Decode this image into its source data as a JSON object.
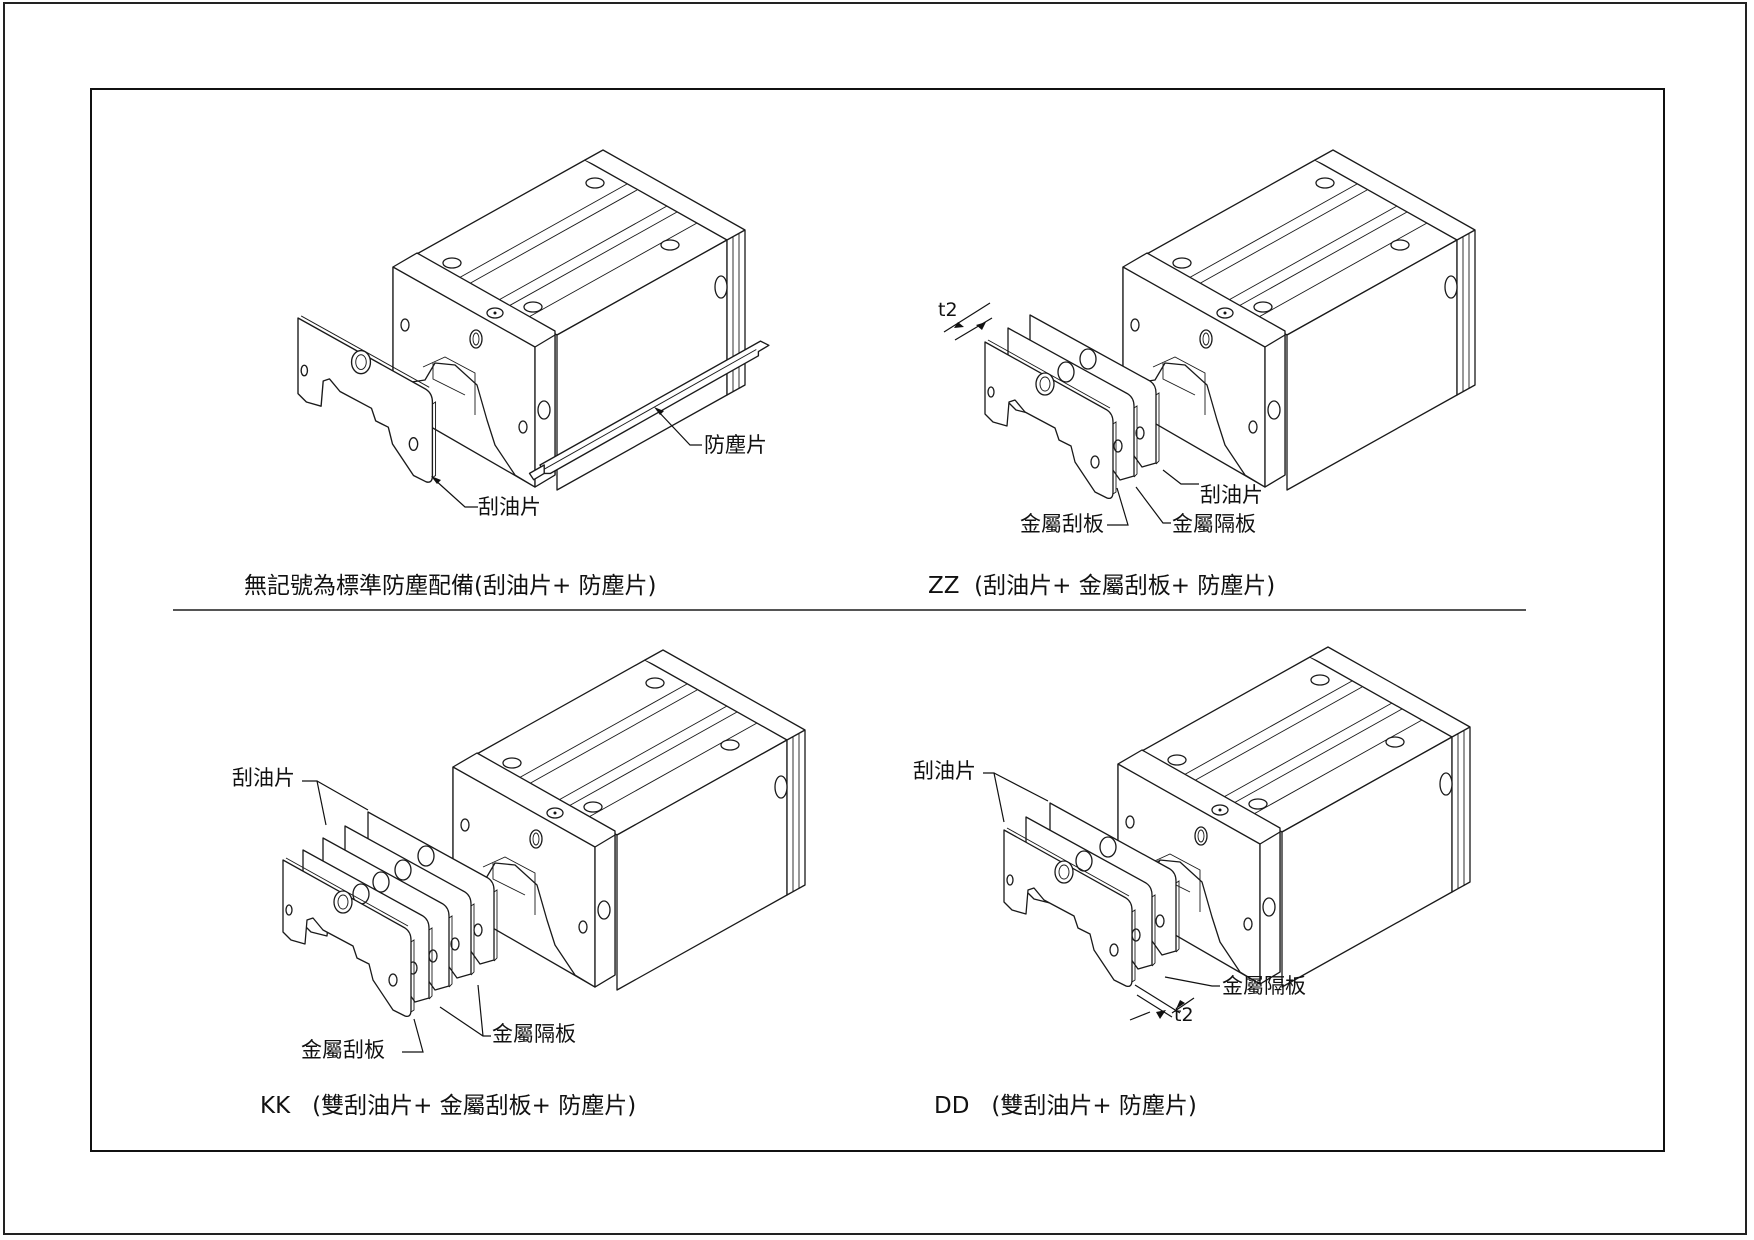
{
  "document": {
    "type": "technical-drawing",
    "panels": [
      {
        "id": "standard",
        "caption": "無記號為標準防塵配備(刮油片+ 防塵片)",
        "labels": {
          "wiper": "刮油片",
          "dust_strip": "防塵片"
        }
      },
      {
        "id": "zz",
        "caption_code": "ZZ",
        "caption": "(刮油片+ 金屬刮板+ 防塵片)",
        "labels": {
          "thickness": "t2",
          "wiper": "刮油片",
          "metal_scraper": "金屬刮板",
          "metal_spacer": "金屬隔板"
        }
      },
      {
        "id": "kk",
        "caption_code": "KK",
        "caption": "(雙刮油片+ 金屬刮板+ 防塵片)",
        "labels": {
          "wiper": "刮油片",
          "metal_scraper": "金屬刮板",
          "metal_spacer": "金屬隔板"
        }
      },
      {
        "id": "dd",
        "caption_code": "DD",
        "caption": "(雙刮油片+ 防塵片)",
        "labels": {
          "wiper": "刮油片",
          "metal_spacer": "金屬隔板",
          "thickness": "t2"
        }
      }
    ]
  },
  "colors": {
    "line": "#1a1a1a",
    "frame": "#111111",
    "divider": "#555555",
    "background": "#ffffff"
  }
}
